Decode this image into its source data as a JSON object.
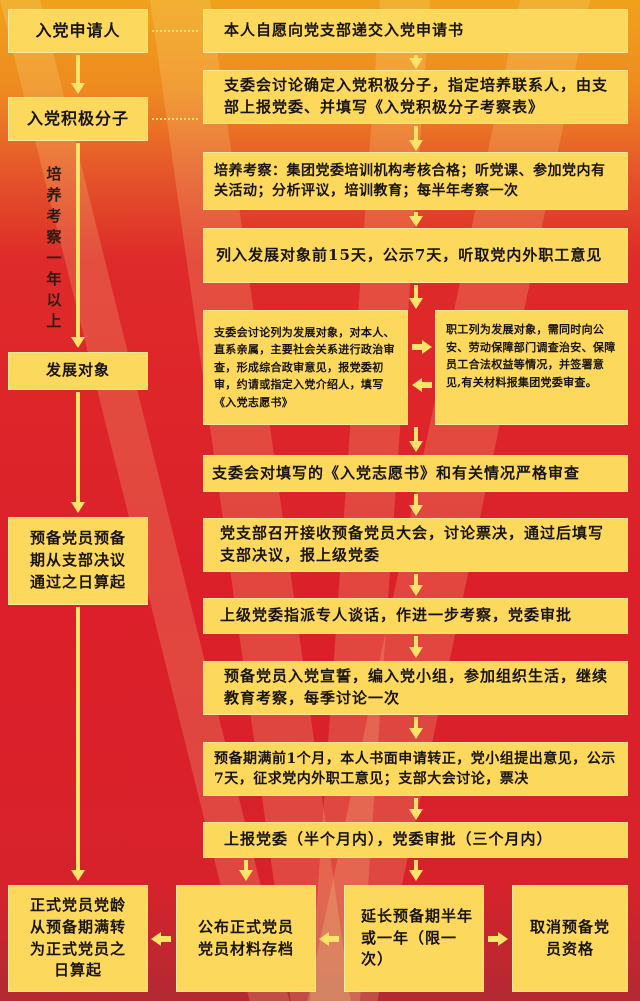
{
  "left_column": {
    "applicant": "入党申请人",
    "activist": "入党积极分子",
    "training_note": "培养考察一年以上",
    "development_target": "发展对象",
    "probation_note": "预备党员预备期从支部决议通过之日算起",
    "full_member_note": "正式党员党龄从预备期满转为正式党员之日算起"
  },
  "steps": {
    "s1": "本人自愿向党支部递交入党申请书",
    "s2": "支委会讨论确定入党积极分子，指定培养联系人，由支部上报党委、并填写《入党积极分子考察表》",
    "s3": "培养考察：集团党委培训机构考核合格；听党课、参加党内有关活动；分析评议，培训教育；每半年考察一次",
    "s4": "列入发展对象前15天，公示7天，听取党内外职工意见",
    "s5a": "支委会讨论列为发展对象，对本人、直系亲属，主要社会关系进行政治审查，形成综合政审意见，报党委初审，约请或指定入党介绍人，填写《入党志愿书》",
    "s5b": "职工列为发展对象，需同时向公安、劳动保障部门调查治安、保障员工合法权益等情况，并签署意见,有关材料报集团党委审查。",
    "s6": "支委会对填写的《入党志愿书》和有关情况严格审查",
    "s7": "党支部召开接收预备党员大会，讨论票决，通过后填写支部决议，报上级党委",
    "s8": "上级党委指派专人谈话，作进一步考察，党委审批",
    "s9": "预备党员入党宣誓，编入党小组，参加组织生活，继续教育考察，每季讨论一次",
    "s10": "预备期满前1个月，本人书面申请转正，党小组提出意见，公示7天，征求党内外职工意见；支部大会讨论，票决",
    "s11": "上报党委（半个月内），党委审批（三个月内）"
  },
  "outcomes": {
    "publish": "公布正式党员党员材料存档",
    "extend": "延长预备期半年或一年（限一次）",
    "cancel": "取消预备党员资格"
  },
  "colors": {
    "box_fill": "#fcd95c",
    "arrow": "#fde36a",
    "bg_top": "#f0a21c",
    "bg_main": "#dc1f2a",
    "text": "#1a1410"
  }
}
